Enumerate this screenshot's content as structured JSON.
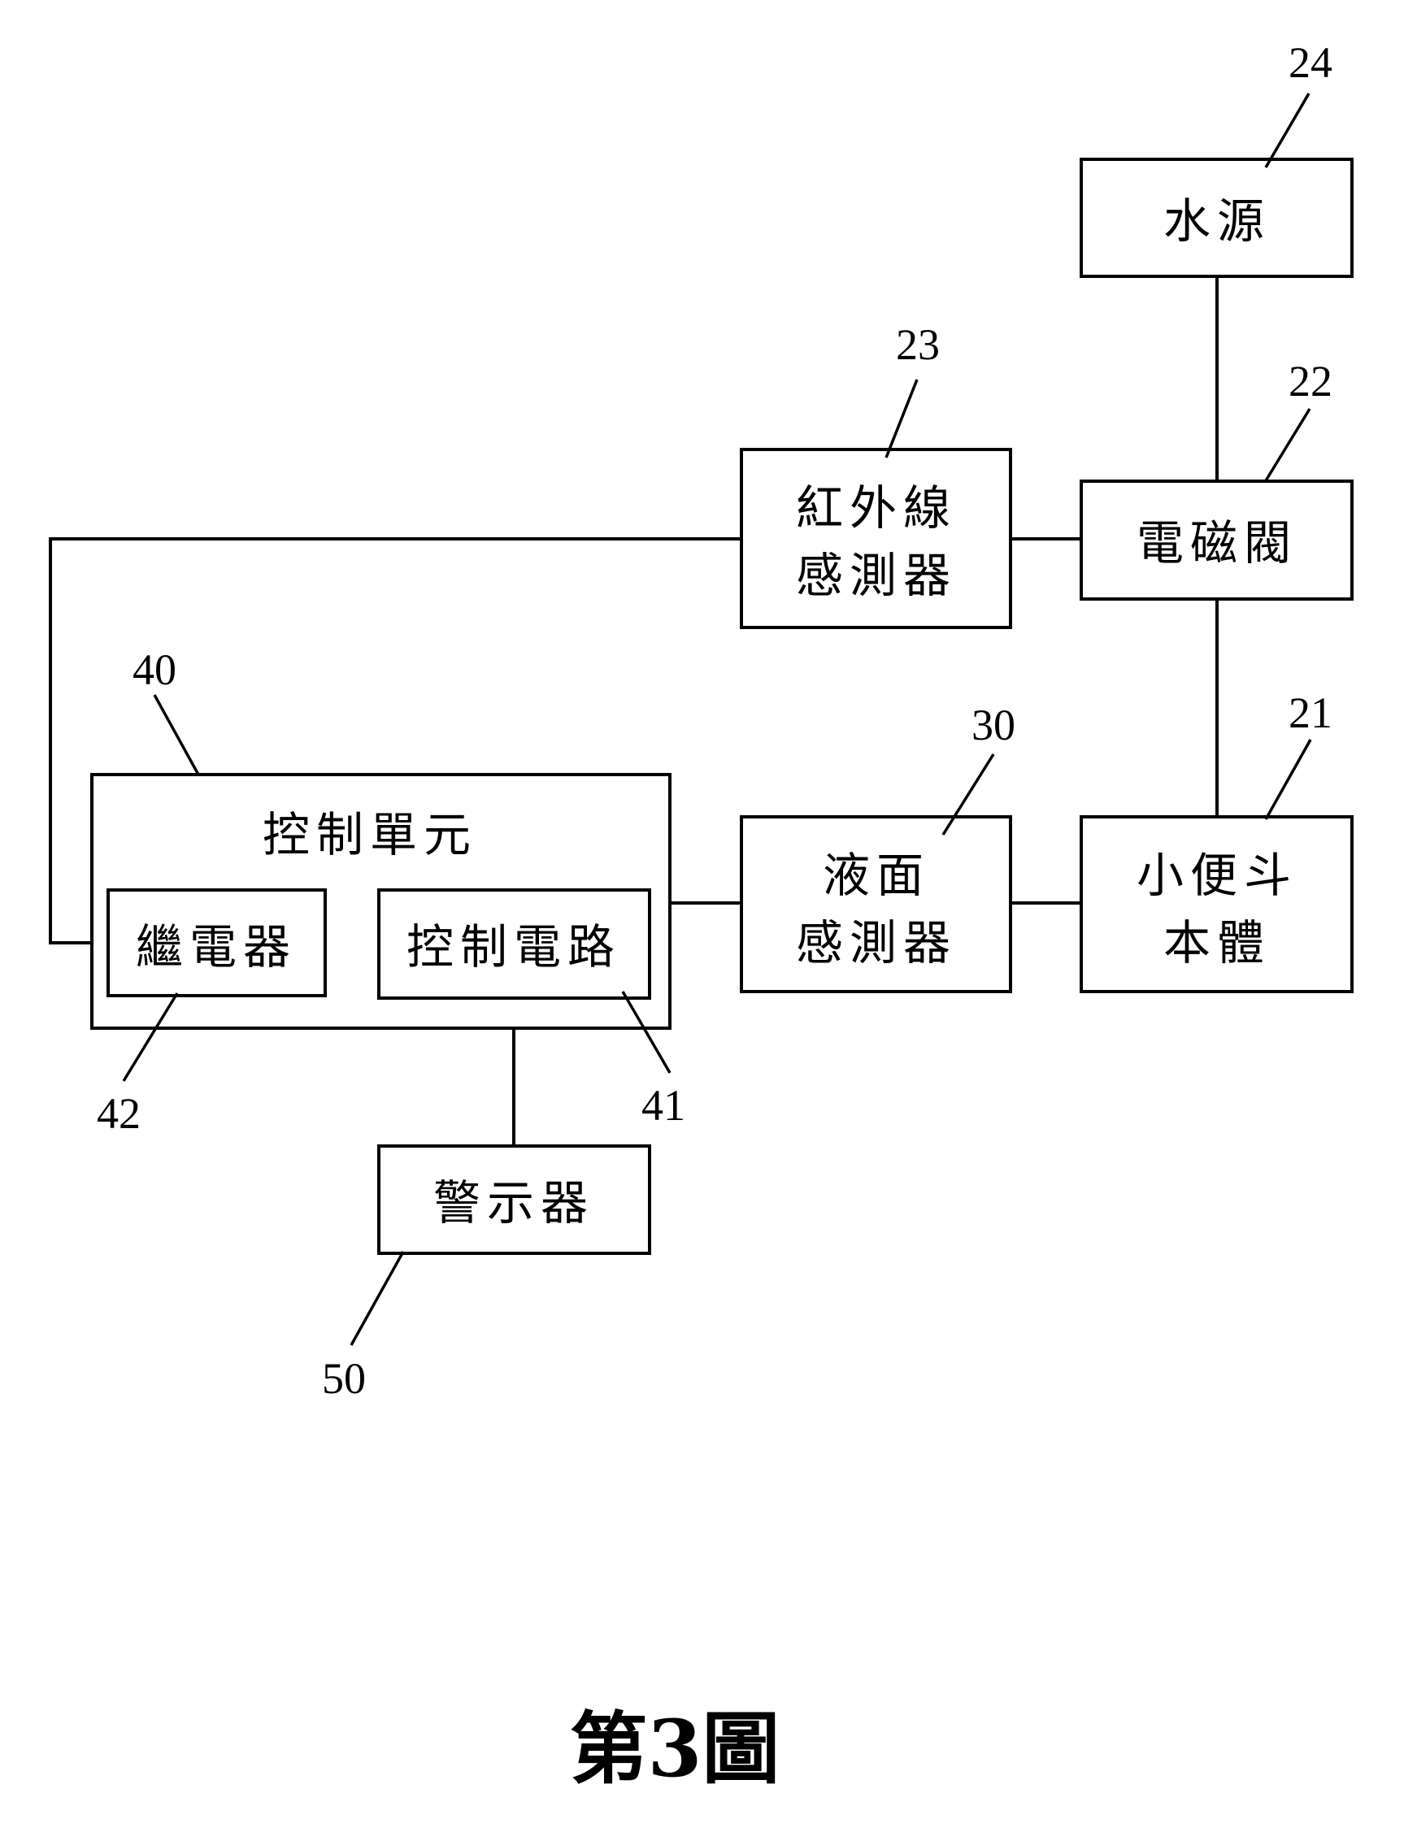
{
  "blocks": {
    "water_source": {
      "label": "水源",
      "ref": "24"
    },
    "solenoid_valve": {
      "label": "電磁閥",
      "ref": "22"
    },
    "ir_sensor": {
      "line1": "紅外線",
      "line2": "感測器",
      "ref": "23"
    },
    "urinal_body": {
      "line1": "小便斗",
      "line2": "本體",
      "ref": "21"
    },
    "level_sensor": {
      "line1": "液面",
      "line2": "感測器",
      "ref": "30"
    },
    "control_unit": {
      "label": "控制單元",
      "ref": "40"
    },
    "relay": {
      "label": "繼電器",
      "ref": "42"
    },
    "control_circuit": {
      "label": "控制電路",
      "ref": "41"
    },
    "alarm": {
      "label": "警示器",
      "ref": "50"
    }
  },
  "caption": "第3圖"
}
